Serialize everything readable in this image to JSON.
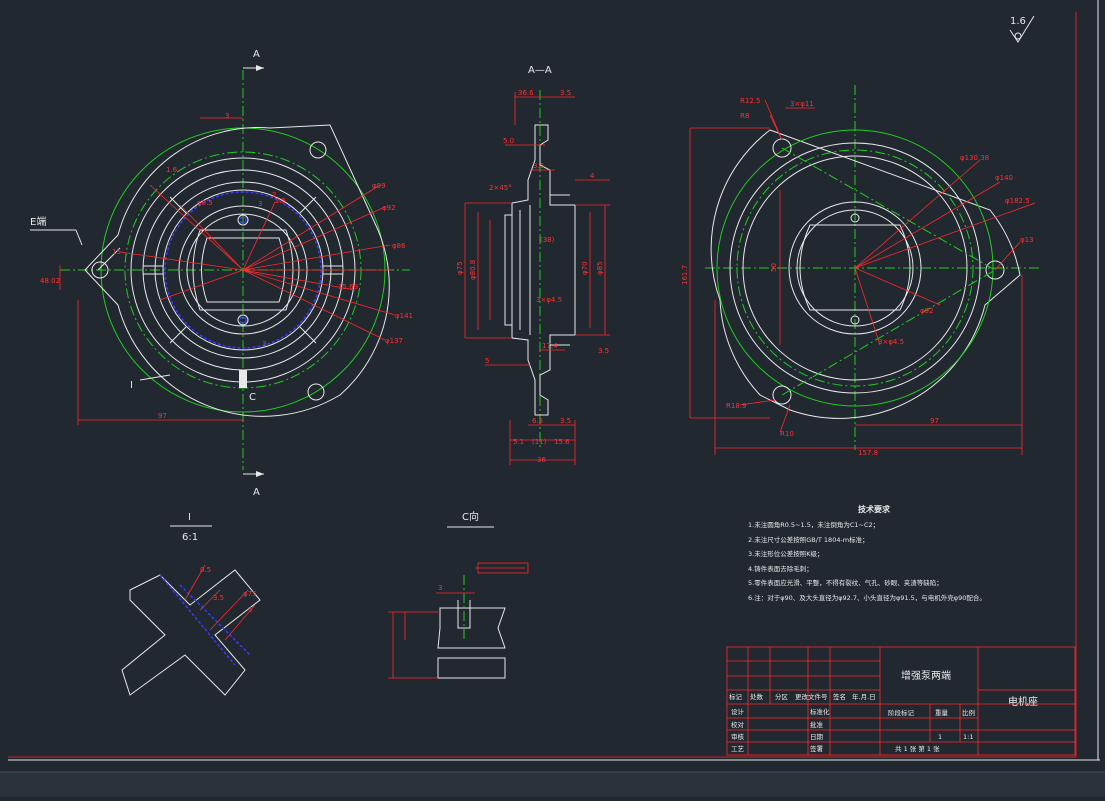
{
  "surface_finish": "1.6",
  "views": {
    "front": {
      "section_mark_top": "A",
      "section_mark_bottom": "A",
      "e_side_label": "E端",
      "detail_mark": "I",
      "c_mark": "C"
    },
    "section": {
      "title": "A—A"
    },
    "detail": {
      "title": "I",
      "scale": "6:1"
    },
    "c_view": {
      "title": "C向"
    }
  },
  "dims": {
    "front": [
      "3",
      "1.6",
      "φ0.5",
      "3",
      "2.5",
      "15",
      "φ99",
      "φ92",
      "φ86",
      "φ141",
      "φ137",
      "15.69",
      "3",
      "97",
      "48.02",
      "2"
    ],
    "section": [
      "36.6",
      "3.5",
      "5.0",
      "3.5",
      "4",
      "2×45°",
      "φ75",
      "φ80.8",
      "φ85",
      "φ70",
      "(38)",
      "3×φ4.5",
      "17.4",
      "3.5",
      "5",
      "6.5",
      "3.5",
      "5.1",
      "(11)",
      "15.6",
      "36"
    ],
    "right": [
      "R12.5",
      "R8",
      "3×φ11",
      "φ130.38",
      "φ140",
      "φ182.5",
      "φ13",
      "50",
      "φ92",
      "3×φ4.5",
      "161.7",
      "R18.9",
      "R10",
      "97",
      "157.8"
    ],
    "detail": [
      "0.5",
      "3.5",
      "φ75",
      "5"
    ],
    "c_view": [
      "3"
    ]
  },
  "notes": {
    "title": "技术要求",
    "items": [
      "1.未注圆角R0.5~1.5，未注倒角为C1~C2；",
      "2.未注尺寸公差按照GB/T 1804-m标准；",
      "3.未注形位公差按照K级；",
      "4.铸件表面去除毛刺；",
      "5.零件表面应光滑、平整，不得有裂纹、气孔、砂眼、夹渣等缺陷；",
      "6.注：对于φ90、及大头直径为φ92.7、小头直径为φ91.5，与电机外壳φ90配合。"
    ]
  },
  "title_block": {
    "part_name": "电机座",
    "assembly_name": "增强泵两端",
    "row_headers": [
      "标记",
      "处数",
      "分区",
      "更改文件号",
      "签名",
      "年.月.日"
    ],
    "left_labels": [
      "设计",
      "校对",
      "审核",
      "工艺"
    ],
    "mid_labels": [
      "标准化",
      "批准",
      "日期",
      "签署"
    ],
    "right_headers": [
      "阶段标记",
      "重量",
      "比例"
    ],
    "values": [
      "1",
      "1:1"
    ],
    "sheet_info": "共 1 张  第 1 张"
  }
}
